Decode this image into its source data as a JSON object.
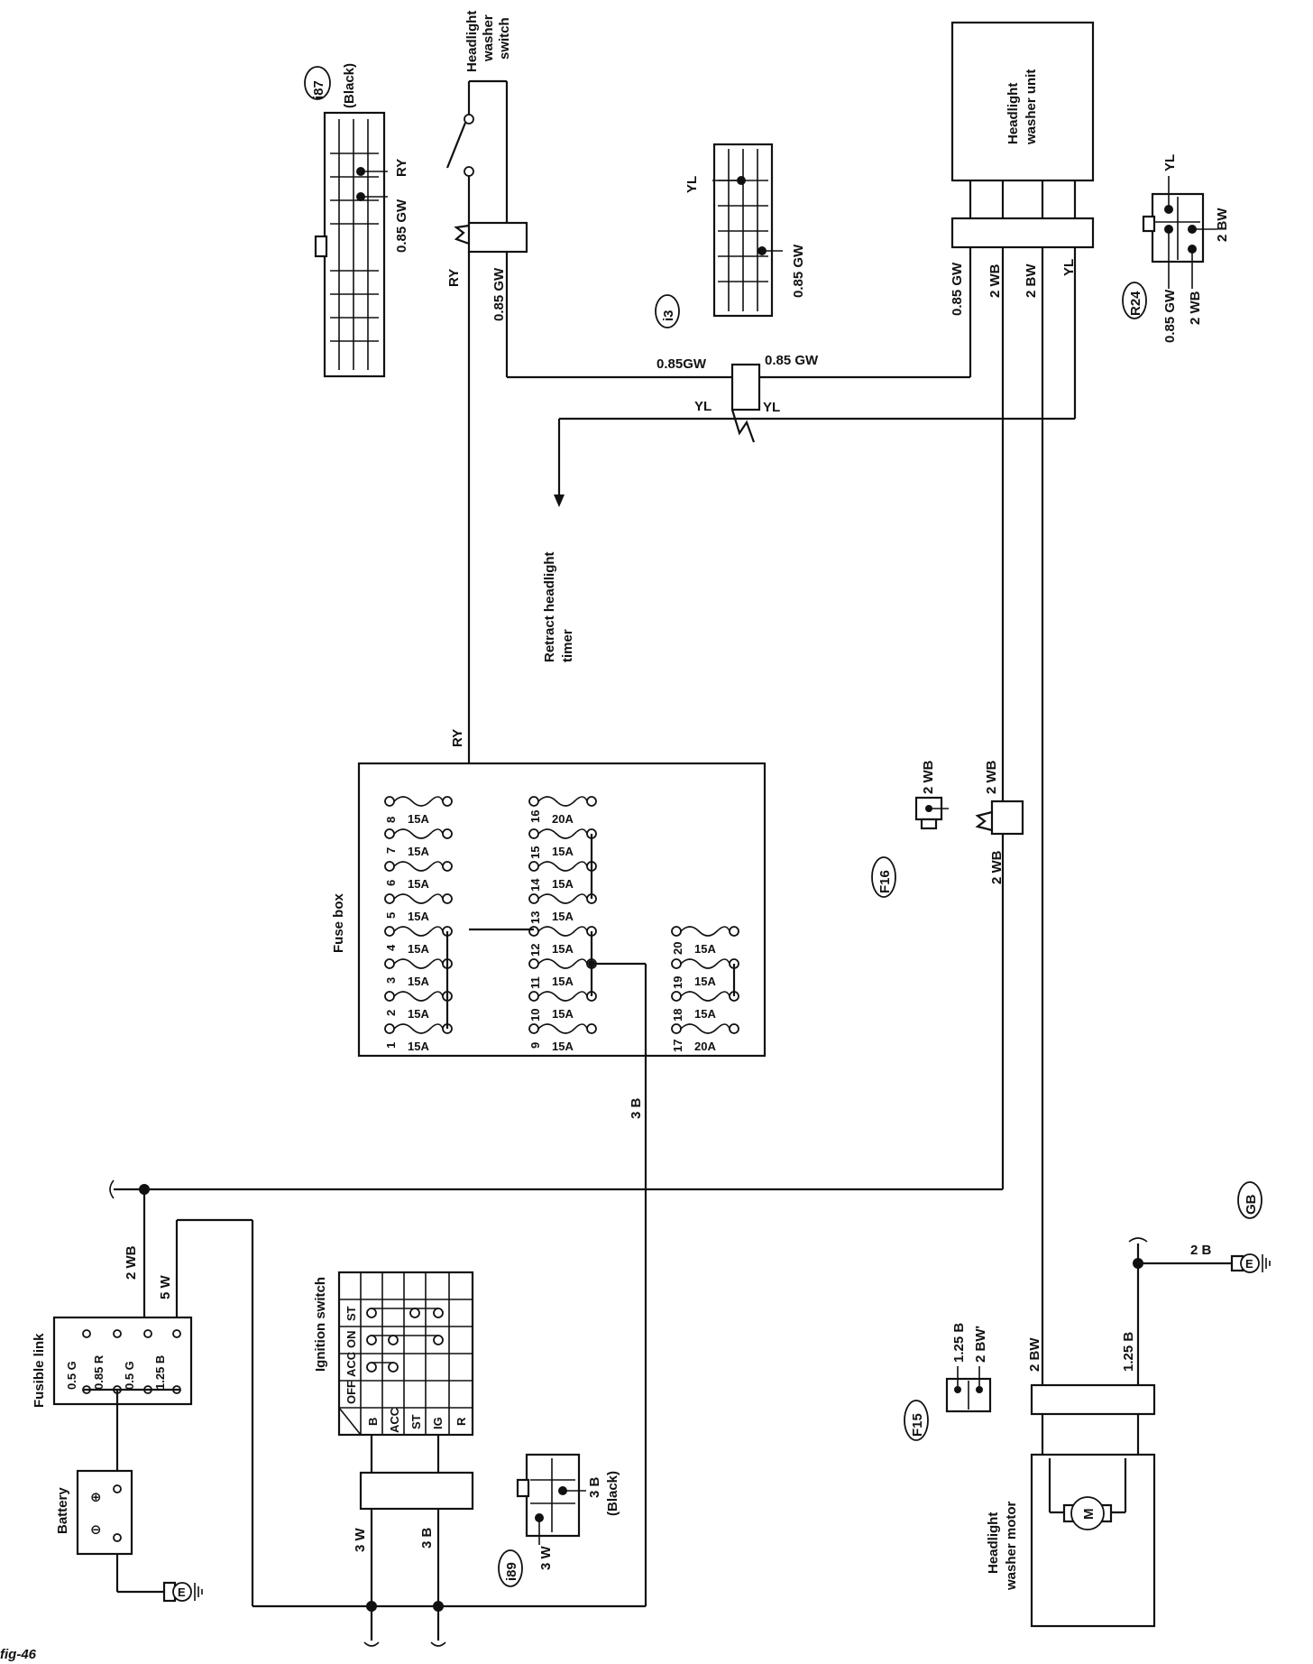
{
  "page_number": "fig-46",
  "labels": {
    "headlight_washer_switch": [
      "Headlight",
      "washer",
      "switch"
    ],
    "headlight_washer_unit": [
      "Headlight",
      "washer unit"
    ],
    "retract_timer": [
      "Retract headlight",
      "timer"
    ],
    "fuse_box": "Fuse box",
    "fusible_link": "Fusible link",
    "battery": "Battery",
    "ignition_switch": "Ignition switch",
    "headlight_washer_motor": [
      "Headlight",
      "washer motor"
    ],
    "black_i87": "(Black)",
    "black_i89": "(Black)"
  },
  "connectors": {
    "i87": "i87",
    "i3": "i3",
    "R24": "R24",
    "F16": "F16",
    "F15": "F15",
    "GB": "GB",
    "i89": "i89"
  },
  "wires": {
    "ry": "RY",
    "gw085": "0.85 GW",
    "gw085b": "0.85GW",
    "yl": "YL",
    "wb2": "2 WB",
    "bw2": "2 BW",
    "b3": "3 B",
    "w3": "3 W",
    "w5": "5 W",
    "b2": "2 B",
    "b125": "1.25 B",
    "bw2p": "2 BW'"
  },
  "fuse_ratings": {
    "left_column": [
      "15A",
      "15A",
      "15A",
      "15A",
      "15A",
      "15A",
      "15A",
      "15A"
    ],
    "middle_column": [
      "15A",
      "15A",
      "15A",
      "15A",
      "15A",
      "15A",
      "15A",
      "20A"
    ],
    "right_column": [
      "20A",
      "15A",
      "15A",
      "15A"
    ]
  },
  "fuse_numbers": [
    "1",
    "2",
    "3",
    "4",
    "5",
    "6",
    "7",
    "8",
    "9",
    "10",
    "11",
    "12",
    "13",
    "14",
    "15",
    "16",
    "17",
    "18",
    "19",
    "20"
  ],
  "fusible_link_ratings": [
    "0.5 G",
    "0.85 R",
    "0.5 G",
    "1.25 B"
  ],
  "ignition_switch": {
    "positions": [
      "OFF",
      "ACC",
      "ON",
      "ST"
    ],
    "terminals": [
      "B",
      "ACC",
      "ST",
      "IG",
      "R"
    ]
  },
  "battery_terms": {
    "plus": "⊕",
    "minus": "⊖"
  },
  "ground_symbol": "E",
  "motor_symbol": "M"
}
